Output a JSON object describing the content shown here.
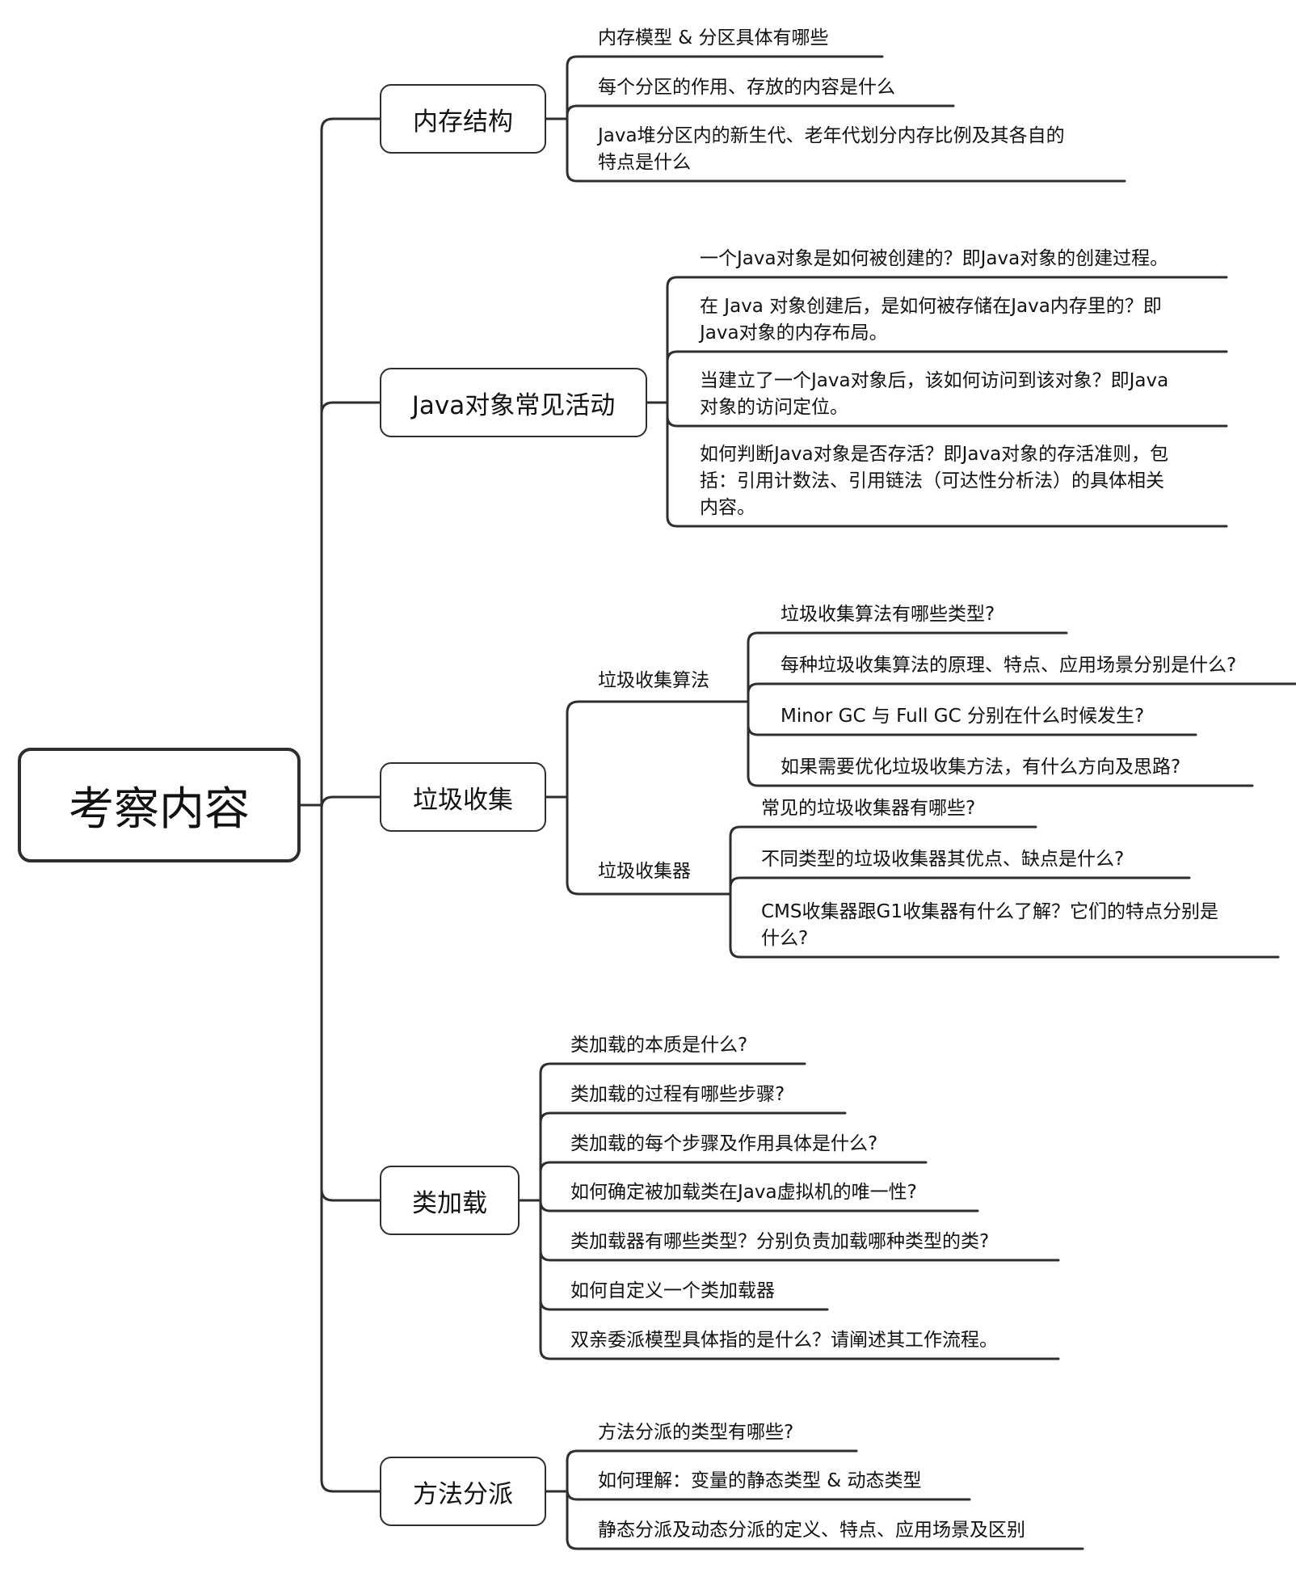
{
  "root": {
    "label": "考察内容"
  },
  "branches": [
    {
      "label": "内存结构",
      "leaves": [
        [
          "内存模型 & 分区具体有哪些"
        ],
        [
          "每个分区的作用、存放的内容是什么"
        ],
        [
          "Java堆分区内的新生代、老年代划分内存比例及其各自的",
          "特点是什么"
        ]
      ]
    },
    {
      "label": "Java对象常见活动",
      "leaves": [
        [
          "一个Java对象是如何被创建的？即Java对象的创建过程。"
        ],
        [
          "在 Java 对象创建后，是如何被存储在Java内存里的？即",
          "Java对象的内存布局。"
        ],
        [
          "当建立了一个Java对象后，该如何访问到该对象？即Java",
          "对象的访问定位。"
        ],
        [
          "如何判断Java对象是否存活？即Java对象的存活准则，包",
          "括：引用计数法、引用链法（可达性分析法）的具体相关",
          "内容。"
        ]
      ]
    },
    {
      "label": "垃圾收集",
      "subs": [
        {
          "label": "垃圾收集算法",
          "leaves": [
            [
              "垃圾收集算法有哪些类型?"
            ],
            [
              "每种垃圾收集算法的原理、特点、应用场景分别是什么?"
            ],
            [
              "Minor GC 与 Full GC 分别在什么时候发生?"
            ],
            [
              "如果需要优化垃圾收集方法，有什么方向及思路?"
            ]
          ]
        },
        {
          "label": "垃圾收集器",
          "leaves": [
            [
              "常见的垃圾收集器有哪些?"
            ],
            [
              "不同类型的垃圾收集器其优点、缺点是什么?"
            ],
            [
              "CMS收集器跟G1收集器有什么了解？它们的特点分别是",
              "什么?"
            ]
          ]
        }
      ]
    },
    {
      "label": "类加载",
      "leaves": [
        [
          "类加载的本质是什么?"
        ],
        [
          "类加载的过程有哪些步骤?"
        ],
        [
          "类加载的每个步骤及作用具体是什么?"
        ],
        [
          "如何确定被加载类在Java虚拟机的唯一性?"
        ],
        [
          "类加载器有哪些类型？分别负责加载哪种类型的类?"
        ],
        [
          "如何自定义一个类加载器"
        ],
        [
          "双亲委派模型具体指的是什么？请阐述其工作流程。"
        ]
      ]
    },
    {
      "label": "方法分派",
      "leaves": [
        [
          "方法分派的类型有哪些?"
        ],
        [
          "如何理解：变量的静态类型 & 动态类型"
        ],
        [
          "静态分派及动态分派的定义、特点、应用场景及区别"
        ]
      ]
    }
  ]
}
